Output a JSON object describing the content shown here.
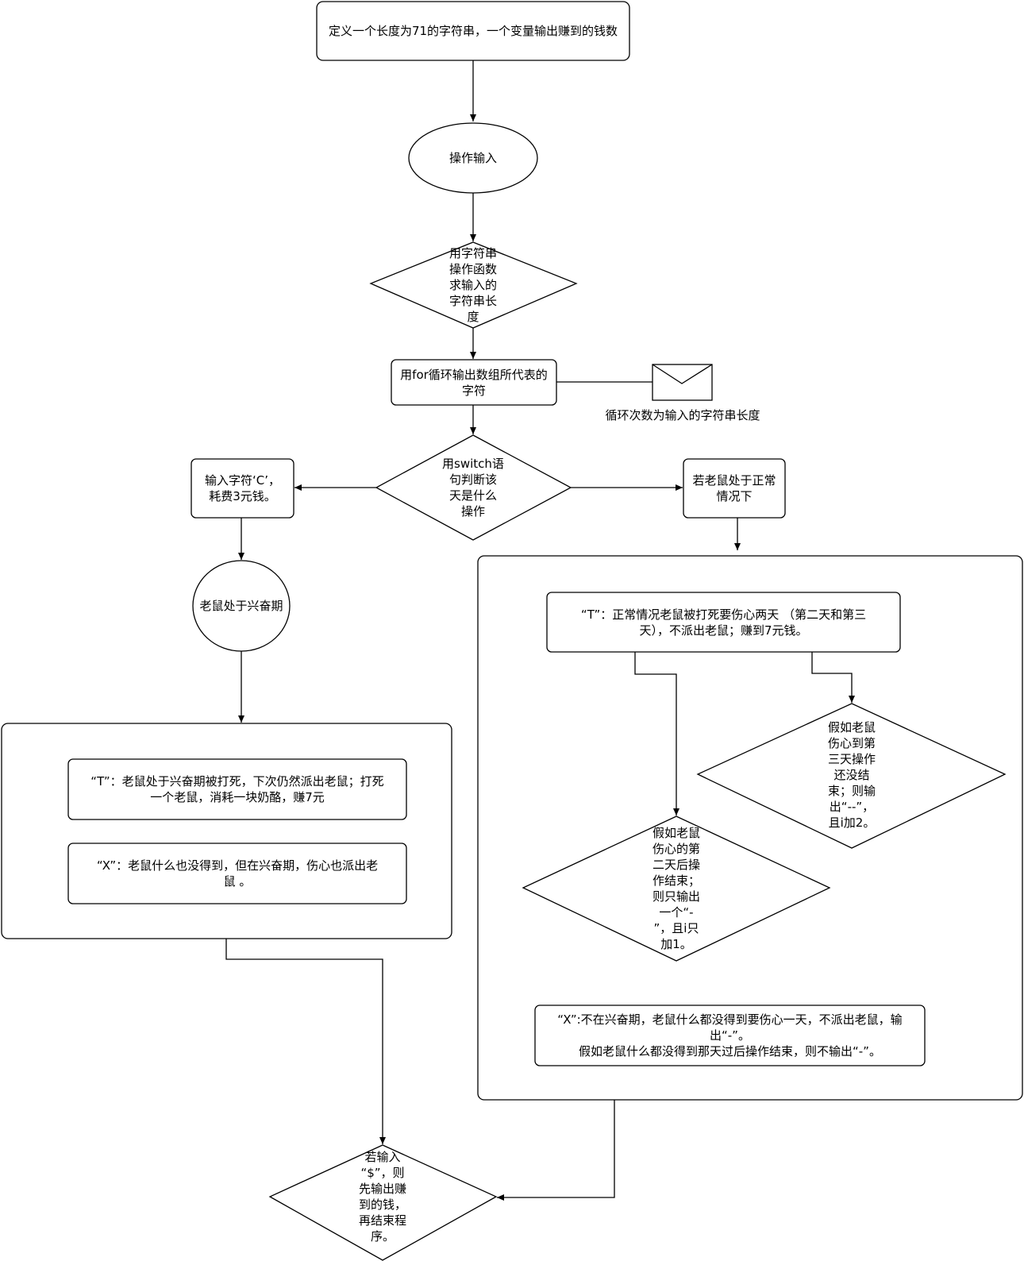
{
  "nodes": {
    "define": "定义一个长度为71的字符串，一个变量输出赚到的钱数",
    "input_op": "操作输入",
    "strlen": "用字符串\n操作函数\n求输入的\n字符串长\n度",
    "for_loop": "用for循环输出数组所代表的\n字符",
    "loop_note": "循环次数为输入的字符串长度",
    "switch": "用switch语\n句判断该\n天是什么\n操作",
    "input_c": "输入字符‘C’，\n耗费3元钱。",
    "normal": "若老鼠处于正常\n情况下",
    "excited": "老鼠处于兴奋期",
    "excited_t": "“T”：老鼠处于兴奋期被打死，下次仍然派出老鼠；打死\n一个老鼠，消耗一块奶酪，赚7元",
    "excited_x": "“X”：老鼠什么也没得到，但在兴奋期，伤心也派出老\n鼠 。",
    "normal_t": "“T”：正常情况老鼠被打死要伤心两天 （第二天和第三\n天），不派出老鼠；赚到7元钱。",
    "sad_day3": "假如老鼠\n伤心到第\n三天操作\n还没结\n束；则输\n出“--”，\n且i加2。",
    "sad_day2": "假如老鼠\n伤心的第\n二天后操\n作结束；\n则只输出\n一个“-\n”，且i只\n加1。",
    "normal_x": "“X”:不在兴奋期，老鼠什么都没得到要伤心一天，不派出老鼠，输\n出“-”。\n假如老鼠什么都没得到那天过后操作结束，则不输出“-”。",
    "end": "若输入\n“$”，则\n先输出赚\n到的钱，\n再结束程\n序。"
  },
  "icons": {
    "envelope": "envelope-icon"
  },
  "colors": {
    "stroke": "#000000",
    "fill": "#ffffff"
  }
}
